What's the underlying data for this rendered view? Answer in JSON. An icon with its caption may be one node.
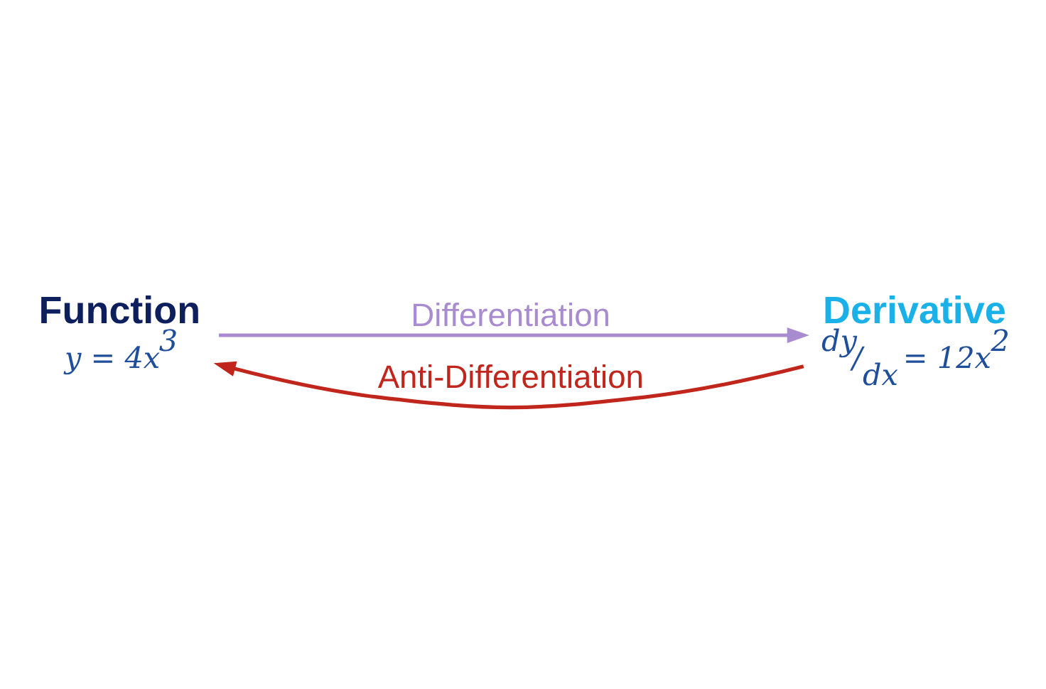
{
  "diagram": {
    "nodes": [
      {
        "text": [
          "Function",
          "y = 4x$^{3}$"
        ]
      },
      {
        "text": [
          "Derivative",
          "$^{dy}$/$_{dx}$ = 12x$^{2}$"
        ]
      }
    ],
    "edges": [
      {
        "from": 0,
        "to": 1,
        "arrow": "to",
        "label": "Differentiation",
        "color": "#a98bd0"
      },
      {
        "from": 1,
        "to": 0,
        "arrow": "to",
        "label": "Anti-Differentiation",
        "color": "#c0261c"
      }
    ]
  }
}
